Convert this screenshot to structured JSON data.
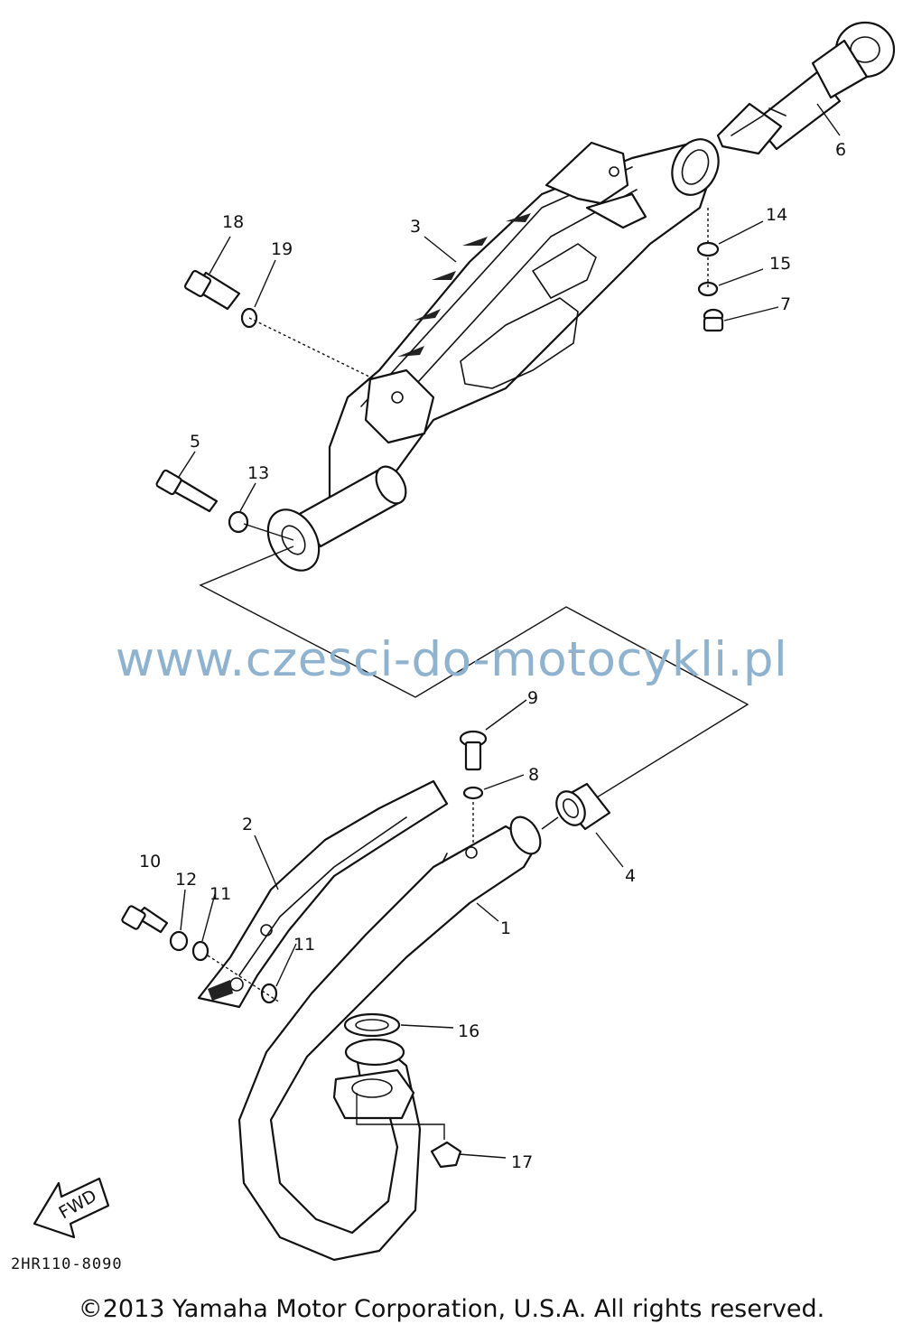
{
  "watermark": "www.czesci-do-motocykli.pl",
  "diagram_code": "2HR110-8090",
  "copyright": "©2013 Yamaha Motor Corporation, U.S.A. All rights reserved.",
  "fwd_label": "FWD",
  "callouts": {
    "c1": "1",
    "c2": "2",
    "c3": "3",
    "c4": "4",
    "c5": "5",
    "c6": "6",
    "c7": "7",
    "c8": "8",
    "c9": "9",
    "c10": "10",
    "c11a": "11",
    "c11b": "11",
    "c12": "12",
    "c13": "13",
    "c14": "14",
    "c15": "15",
    "c16": "16",
    "c17": "17",
    "c18": "18",
    "c19": "19"
  },
  "colors": {
    "line": "#111111",
    "watermark": "#8fb3cf",
    "background": "#ffffff"
  }
}
